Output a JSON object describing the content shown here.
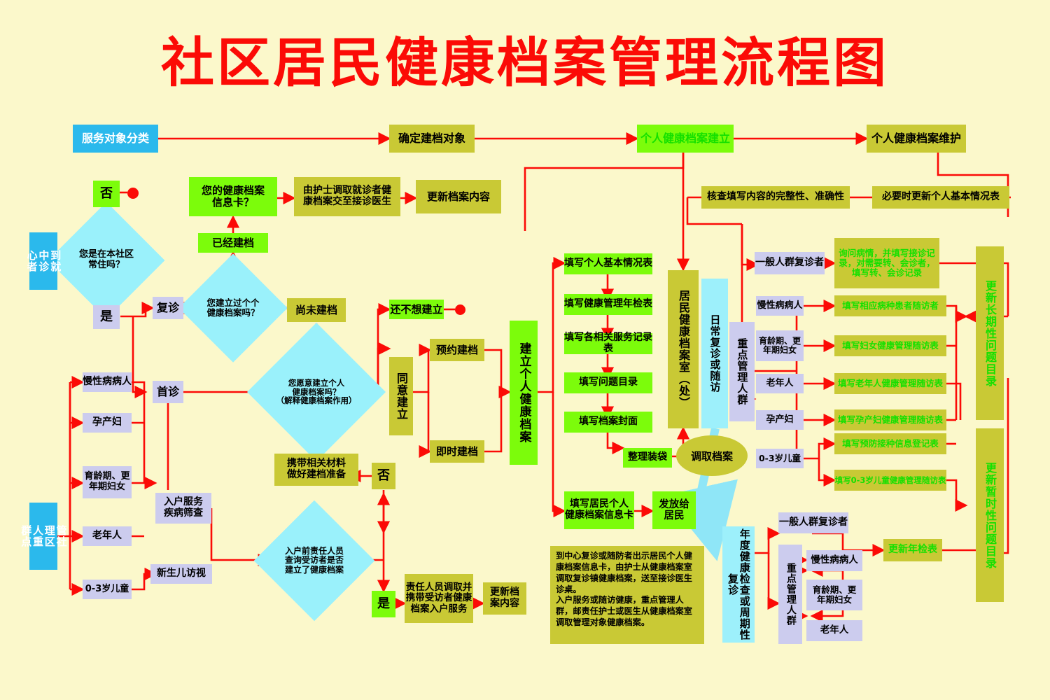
{
  "title": "社区居民健康档案管理流程图",
  "colors": {
    "background": "#fbf8cb",
    "title_red": "#fb0b06",
    "olive": "#c9c935",
    "bright_green": "#7cfc0b",
    "lavender": "#ccccee",
    "cyan": "#2bb9ec",
    "light_cyan": "#9af1fb",
    "connector_red": "#fb0b06",
    "green_text": "#14e000"
  },
  "top_row": {
    "service_classification": "服务对象分类",
    "determine_targets": "确定建档对象",
    "archive_creation": "个人健康档案建立",
    "archive_maintenance": "个人健康档案维护"
  },
  "left_entries": {
    "clinic_visitor": "到社区\n卫生服务\n中心就诊者",
    "clinic_visitor_vertical": "到就\n中诊\n心者",
    "key_population": "管社\n理区\n人重\n群点"
  },
  "decisions": {
    "resident_here": "您是在本社区\n常住吗？",
    "has_record": "您建立过个个\n健康档案吗？",
    "willing_create": "您愿意建立个人\n健康档案吗？\n（解释健康档案作用）",
    "home_visit_check": "入户前责任人员\n查询受访者是否\n建立了健康档案"
  },
  "yes_no": {
    "no_top": "否",
    "yes_top": "是",
    "no_mid": "否",
    "yes_mid": "是"
  },
  "visit_type": {
    "return_visit": "复诊",
    "first_visit": "首诊"
  },
  "already_created": "已经建档",
  "not_created": "尚未建档",
  "info_card_q": "您的健康档案\n信息卡？",
  "nurse_retrieve": "由护士调取就诊者健\n康档案交至接诊医生",
  "update_record": "更新档案内容",
  "not_wanting": "还不想建立",
  "agree_create": "同意建立",
  "appointment_create": "预约建档",
  "instant_create": "即时建档",
  "establish_archive": "建立个人健康档案",
  "bring_materials": "携带相关材料\n做好建档准备",
  "key_groups_left": [
    "慢性病病人",
    "孕产妇",
    "育龄期、更\n年期妇女",
    "老年人",
    "0-3岁儿童"
  ],
  "home_services": {
    "door_service": "入户服务\n疾病筛查",
    "newborn_visit": "新生儿访视"
  },
  "home_visit_flow": {
    "staff_retrieve": "责任人员调取并\n携带受访者健康\n档案入户服务",
    "update_content": "更新档\n案内容"
  },
  "form_chain": [
    "填写个人基本情况表",
    "填写健康管理年检表",
    "填写各相关服务记录表",
    "填写问题目录",
    "填写档案封面"
  ],
  "bagging": "整理装袋",
  "archive_room": "居民健康档案室（处）",
  "daily_followup": "日常复诊或随访",
  "retrieve_archive": "调取档案",
  "info_card_fill": "填写居民个人\n健康档案信息卡",
  "issue_to_resident": "发放给\n居民",
  "note_block": "到中心复诊或随防者出示居民个人健康档案信息卡，由护士从健康档案室调取复诊镇健康档案，送至接诊医生诊桌。\n入户服务或随访健康，重点管理人群，邮责任护士或医生从健康档案室调取管理对象健康档案。",
  "maintenance_row": {
    "verify_completeness": "核查填写内容的完整性、准确性",
    "update_basic_form": "必要时更新个人基本情况表"
  },
  "followup_upper": {
    "general_return": "一般人群复诊者",
    "key_group_label": "重点管理人群",
    "groups": [
      "慢性病病人",
      "育龄期、更\n年期妇女",
      "老年人",
      "孕产妇",
      "0-3岁儿童"
    ],
    "actions": [
      "询问病情，并填写接诊记\n录，对需要转、会诊者，\n填写转、会诊记录",
      "填写相应病种患者随访者",
      "填写妇女健康管理随访表",
      "填写老年人健康管理随访表",
      "填写孕产妇健康管理随访表",
      "填写预防接种信息登记表",
      "填写0-3岁儿童健康管理随访表"
    ]
  },
  "right_updates": {
    "long_term": "更新长期性问题目录",
    "temporary": "更新暂时性问题目录"
  },
  "annual_section": {
    "label": "年度健康检查或周期性复诊",
    "general_return": "一般人群复诊者",
    "key_group_label": "重点管理人群",
    "groups": [
      "慢性病病人",
      "育龄期、更\n年期妇女",
      "老年人"
    ],
    "update_annual": "更新年检表"
  }
}
